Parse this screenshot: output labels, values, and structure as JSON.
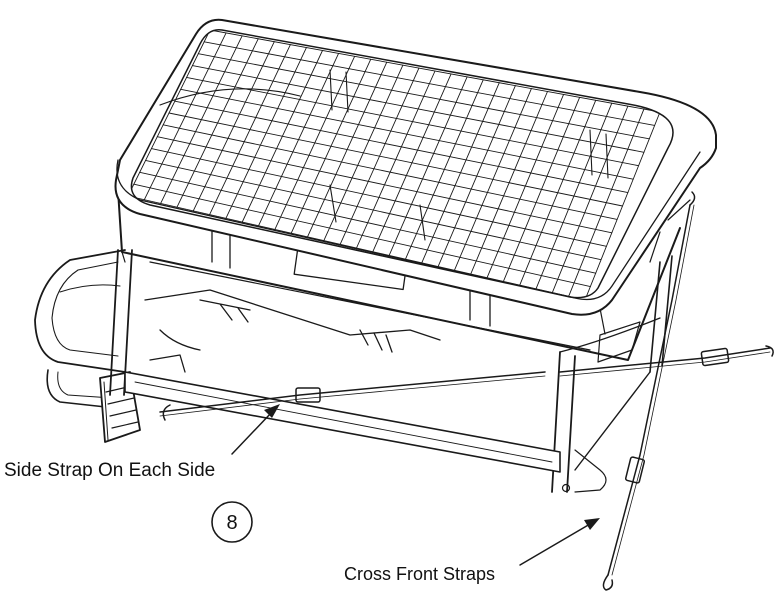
{
  "labels": {
    "side_strap": "Side Strap On Each Side",
    "cross_front": "Cross Front Straps",
    "step_number": "8"
  },
  "colors": {
    "line": "#1a1a1a",
    "background": "#ffffff"
  }
}
